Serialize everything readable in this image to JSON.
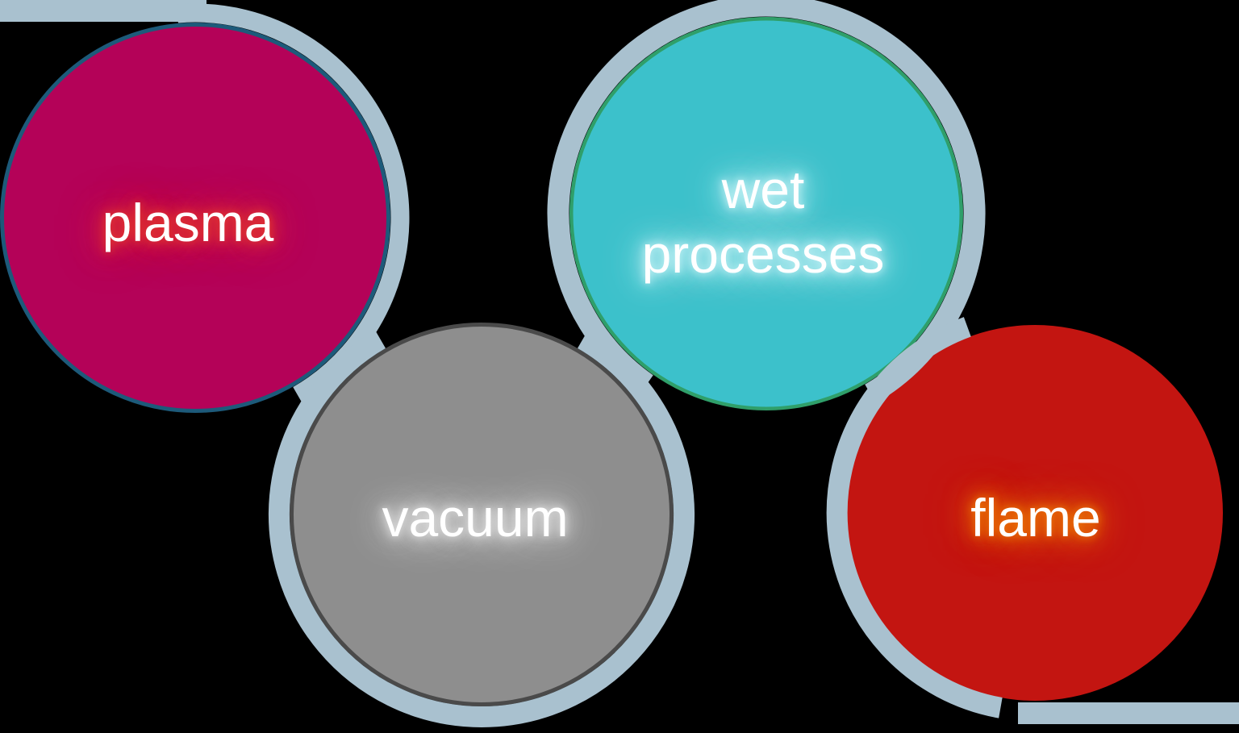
{
  "diagram": {
    "background_color": "#000000",
    "ring_color": "#a9c1cf",
    "text_color": "#ffffff",
    "nodes": [
      {
        "id": "plasma",
        "lines": [
          "plasma"
        ],
        "fill": "#b40258",
        "border_color": "#1d5a7a",
        "glow_color": "#e6392e"
      },
      {
        "id": "vacuum",
        "lines": [
          "vacuum"
        ],
        "fill": "#8e8e8e",
        "border_color": "#4a4a4a",
        "glow_color": "#e2e2e2"
      },
      {
        "id": "wet-processes",
        "lines": [
          "wet",
          "processes"
        ],
        "fill": "#3cc1cb",
        "border_color": "#2f9f6a",
        "glow_color": "#c9f3f7"
      },
      {
        "id": "flame",
        "lines": [
          "flame"
        ],
        "fill": "#c31511",
        "border_color": "none",
        "glow_color": "#ee7a07"
      }
    ]
  }
}
